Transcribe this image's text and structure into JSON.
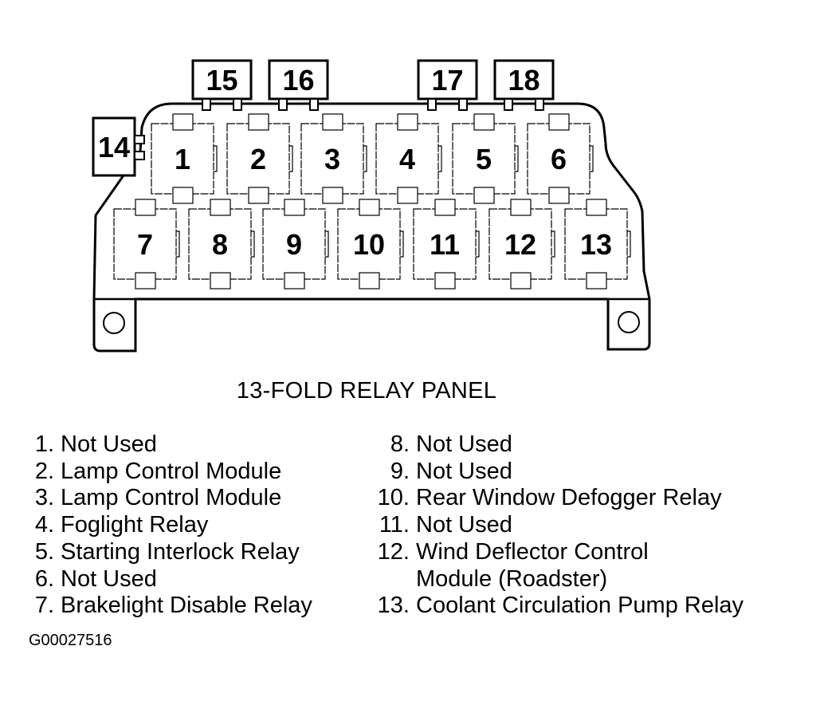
{
  "title": "13-FOLD RELAY PANEL",
  "figure_code": "G00027516",
  "relay_slots": [
    "1",
    "2",
    "3",
    "4",
    "5",
    "6",
    "7",
    "8",
    "9",
    "10",
    "11",
    "12",
    "13"
  ],
  "fuse_tabs": [
    "14",
    "15",
    "16",
    "17",
    "18"
  ],
  "legend_left": [
    {
      "num": "1.",
      "label": "Not Used"
    },
    {
      "num": "2.",
      "label": "Lamp Control Module"
    },
    {
      "num": "3.",
      "label": "Lamp Control Module"
    },
    {
      "num": "4.",
      "label": "Foglight Relay"
    },
    {
      "num": "5.",
      "label": "Starting Interlock Relay"
    },
    {
      "num": "6.",
      "label": "Not Used"
    },
    {
      "num": "7.",
      "label": "Brakelight Disable Relay"
    }
  ],
  "legend_right": [
    {
      "num": "8.",
      "label": "Not Used"
    },
    {
      "num": "9.",
      "label": "Not Used"
    },
    {
      "num": "10.",
      "label": "Rear Window Defogger Relay"
    },
    {
      "num": "11.",
      "label": "Not Used"
    },
    {
      "num": "12.",
      "label": "Wind Deflector Control"
    },
    {
      "num": "",
      "label": "Module (Roadster)"
    },
    {
      "num": "13.",
      "label": "Coolant Circulation Pump Relay"
    }
  ]
}
